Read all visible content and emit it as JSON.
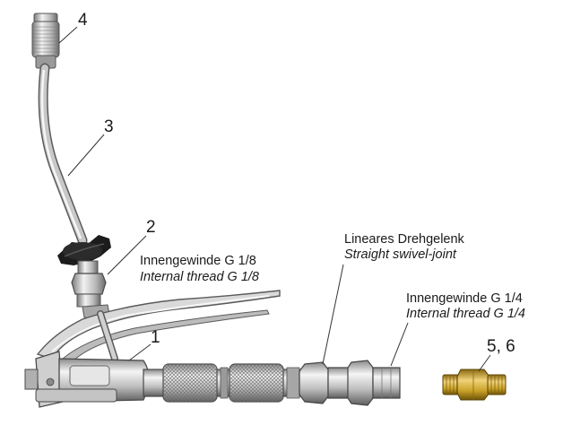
{
  "callouts": {
    "n1": "1",
    "n2": "2",
    "n3": "3",
    "n4": "4",
    "n56": "5, 6"
  },
  "annotations": {
    "thread_g18_de": "Innengewinde G 1/8",
    "thread_g18_en": "Internal thread G 1/8",
    "swivel_de": "Lineares Drehgelenk",
    "swivel_en": "Straight swivel-joint",
    "thread_g14_de": "Innengewinde G 1/4",
    "thread_g14_en": "Internal thread G 1/4"
  },
  "colors": {
    "background": "#ffffff",
    "steel_light": "#e8e8e8",
    "steel_mid": "#b4b4b4",
    "steel_dark": "#6a6a6a",
    "grip_black": "#1c1c1c",
    "brass": "#c9a227",
    "leader_line": "#333333"
  }
}
